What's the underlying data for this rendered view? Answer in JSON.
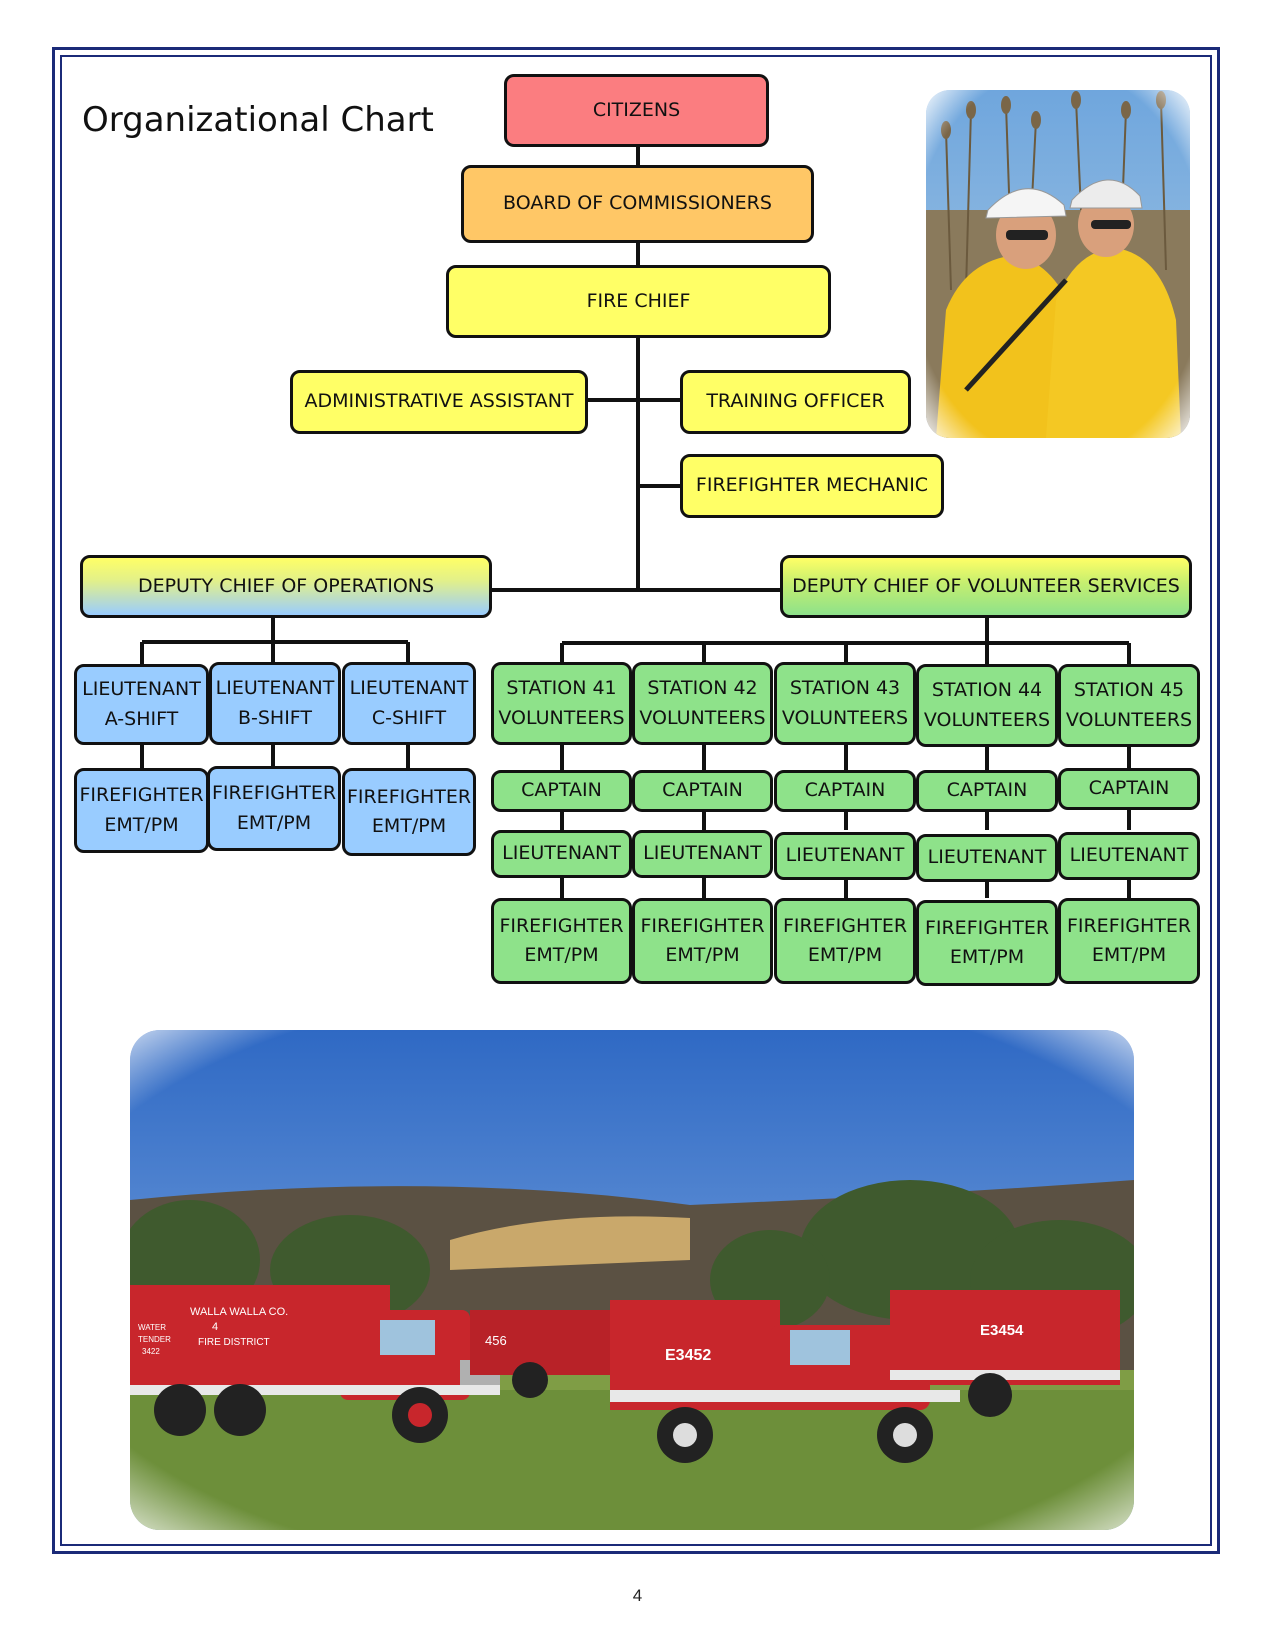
{
  "page": {
    "title": "Organizational Chart",
    "page_number": "4"
  },
  "colors": {
    "frame": "#1b2a78",
    "citizens": "#fb7d80",
    "board": "#ffc766",
    "chief": "#ffff66",
    "blue": "#99ccff",
    "green": "#8ee28a",
    "border": "#111111"
  },
  "org": {
    "citizens": "CITIZENS",
    "board": "BOARD OF COMMISSIONERS",
    "fire_chief": "FIRE CHIEF",
    "admin_assistant": "ADMINISTRATIVE ASSISTANT",
    "training_officer": "TRAINING OFFICER",
    "firefighter_mechanic": "FIREFIGHTER MECHANIC",
    "deputy_operations": "DEPUTY CHIEF OF OPERATIONS",
    "deputy_volunteer": "DEPUTY CHIEF OF VOLUNTEER SERVICES",
    "operations": [
      {
        "lieutenant": "LIEUTENANT\nA-SHIFT",
        "firefighter": "FIREFIGHTER\nEMT/PM"
      },
      {
        "lieutenant": "LIEUTENANT\nB-SHIFT",
        "firefighter": "FIREFIGHTER\nEMT/PM"
      },
      {
        "lieutenant": "LIEUTENANT\nC-SHIFT",
        "firefighter": "FIREFIGHTER\nEMT/PM"
      }
    ],
    "stations": [
      {
        "name": "STATION 41\nVOLUNTEERS",
        "captain": "CAPTAIN",
        "lieutenant": "LIEUTENANT",
        "firefighter": "FIREFIGHTER\nEMT/PM"
      },
      {
        "name": "STATION 42\nVOLUNTEERS",
        "captain": "CAPTAIN",
        "lieutenant": "LIEUTENANT",
        "firefighter": "FIREFIGHTER\nEMT/PM"
      },
      {
        "name": "STATION 43\nVOLUNTEERS",
        "captain": "CAPTAIN",
        "lieutenant": "LIEUTENANT",
        "firefighter": "FIREFIGHTER\nEMT/PM"
      },
      {
        "name": "STATION 44\nVOLUNTEERS",
        "captain": "CAPTAIN",
        "lieutenant": "LIEUTENANT",
        "firefighter": "FIREFIGHTER\nEMT/PM"
      },
      {
        "name": "STATION 45\nVOLUNTEERS",
        "captain": "CAPTAIN",
        "lieutenant": "LIEUTENANT",
        "firefighter": "FIREFIGHTER\nEMT/PM"
      }
    ]
  },
  "photos": {
    "trucks": {
      "door_text": "WALLA WALLA CO.\n4\nFIRE DISTRICT",
      "side_text": "WATER\nTENDER\n3422",
      "e3452": "E3452",
      "e3454": "E3454",
      "unit_456": "456"
    }
  }
}
